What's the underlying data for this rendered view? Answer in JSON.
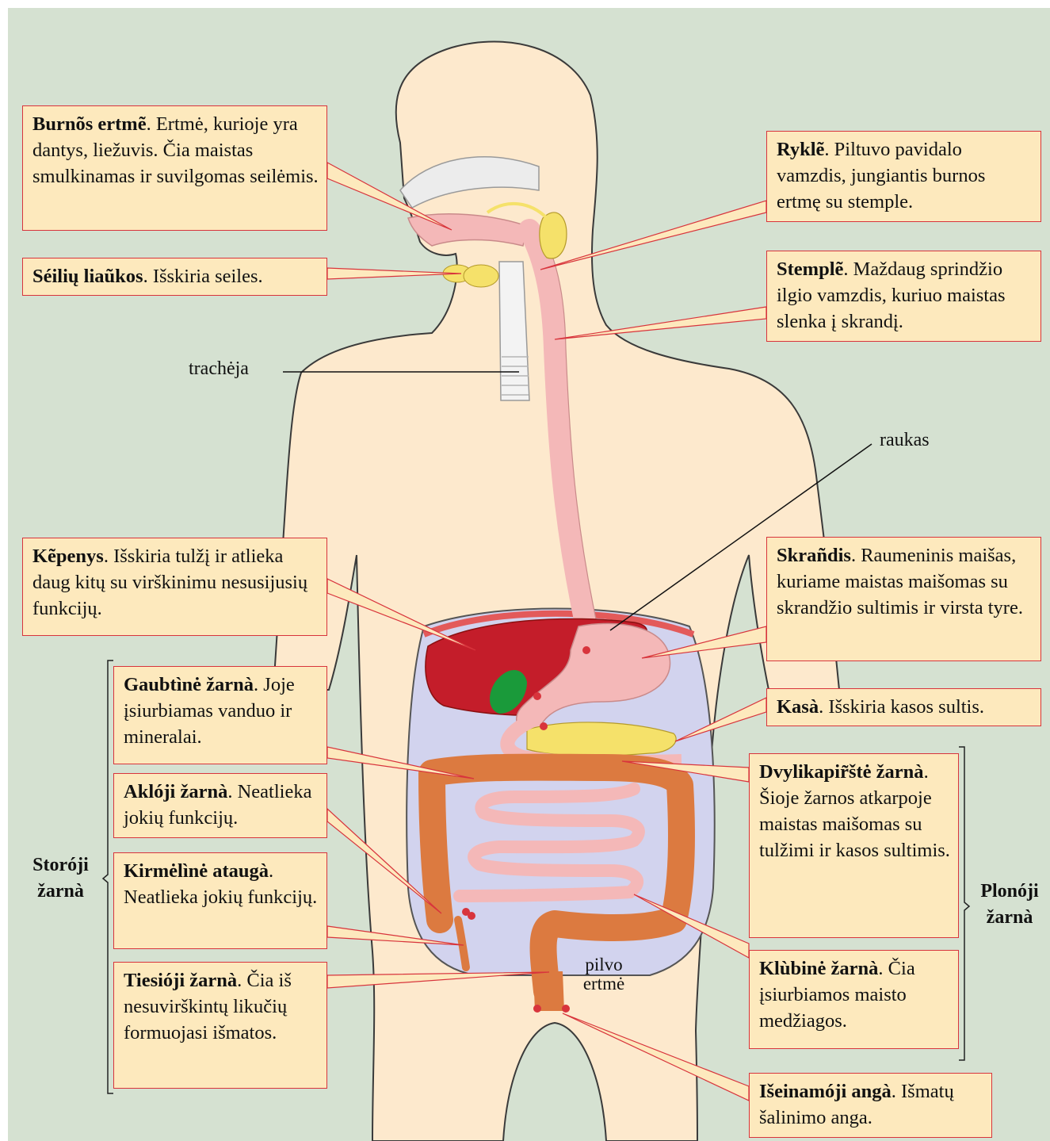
{
  "boxes": {
    "burnos": {
      "term": "Burnõs ertmẽ",
      "text": ". Ertmė, kurioje yra dantys, liežuvis. Čia maistas smulkinamas ir suvilgomas seilėmis."
    },
    "seiliu": {
      "term": "Séilių liaũkos",
      "text": ". Išskiria seiles."
    },
    "rykle": {
      "term": "Ryklẽ",
      "text": ". Piltuvo pavidalo vamzdis, jungiantis burnos ertmę su stemple."
    },
    "stemple": {
      "term": "Stemplẽ",
      "text": ". Maždaug sprindžio ilgio vamzdis, kuriuo maistas slenka į skrandį."
    },
    "kepenys": {
      "term": "Kẽpenys",
      "text": ". Išskiria tulžį ir atlieka daug kitų su virškinimu nesusijusių funkcijų."
    },
    "skrandis": {
      "term": "Skrañdis",
      "text": ". Raumeninis maišas, kuriame maistas maišomas su skrandžio sultimis ir virsta tyre."
    },
    "gaubtine": {
      "term": "Gaubtìnė žarnà",
      "text": ". Joje įsiurbiamas vanduo ir mineralai."
    },
    "kasa": {
      "term": "Kasà",
      "text": ". Išskiria kasos sultis."
    },
    "akloji": {
      "term": "Aklóji žarnà",
      "text": ". Neatlieka jokių funkcijų."
    },
    "dvylikapirste": {
      "term": "Dvylikapir̃štė žarnà",
      "text": ". Šioje žarnos atkarpoje maistas maišomas su tulžimi ir kasos sultimis."
    },
    "kirmeline": {
      "term": "Kirmėlìnė ataugà",
      "text": ". Neatlieka jokių funkcijų."
    },
    "klubine": {
      "term": "Klùbinė žarnà",
      "text": ". Čia įsiurbiamos maisto medžiagos."
    },
    "tiesioji": {
      "term": "Tiesióji žarnà",
      "text": ". Čia iš nesuvirškintų likučių formuojasi išmatos."
    },
    "iseinamoji": {
      "term": "Išeinamóji angà",
      "text": ". Išmatų šalinimo anga."
    }
  },
  "labels": {
    "tracheja": "trachėja",
    "raukas": "raukas",
    "pilvo_ertme": "pilvo ertmė"
  },
  "groups": {
    "storoji": "Storóji žarnà",
    "plonoji": "Plonóji žarnà"
  },
  "colors": {
    "background": "#d5e1d1",
    "body": "#fde9cd",
    "box_fill": "#fde9bd",
    "box_border": "#d8343c",
    "liver": "#c41d2a",
    "gallbladder": "#1a9a3a",
    "tract": "#f4b8b8",
    "colon": "#dc7a40",
    "abdominal_cavity": "#d2d3ee",
    "glands": "#f5e16a"
  }
}
